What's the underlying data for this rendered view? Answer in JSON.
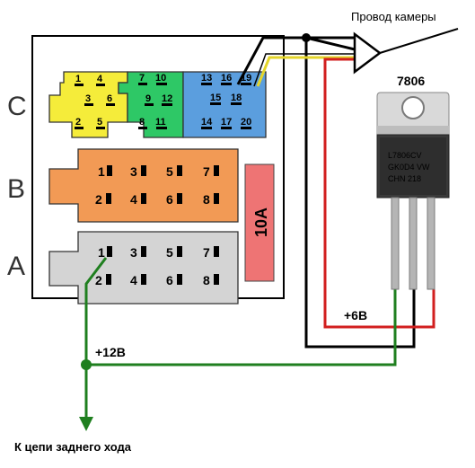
{
  "title": "Провод камеры",
  "regulator": {
    "label": "7806",
    "marking_lines": [
      "L7806CV",
      "GK0D4 VW",
      "CHN 218"
    ]
  },
  "labels": {
    "plus6v": "+6В",
    "plus12v": "+12В",
    "reverse_circuit": "К цепи заднего хода",
    "fuse": "10A"
  },
  "rows": {
    "C": "C",
    "B": "B",
    "A": "A"
  },
  "connector_c": {
    "yellow": [
      "1",
      "4",
      "3",
      "6",
      "2",
      "5"
    ],
    "green": [
      "7",
      "10",
      "9",
      "12",
      "8",
      "11"
    ],
    "blue": [
      "13",
      "16",
      "19",
      "15",
      "18",
      "14",
      "17",
      "20"
    ]
  },
  "connector_b": [
    "1",
    "3",
    "5",
    "7",
    "2",
    "4",
    "6",
    "8"
  ],
  "connector_a": [
    "1",
    "3",
    "5",
    "7",
    "2",
    "4",
    "6",
    "8"
  ],
  "colors": {
    "yellow": "#f5ec3a",
    "green": "#2ec866",
    "blue": "#5b9ede",
    "orange": "#f29a55",
    "gray": "#d4d4d4",
    "fuse": "#ee7474",
    "wire_black": "#000000",
    "wire_red": "#d21f1f",
    "wire_green": "#1f7f1f"
  }
}
